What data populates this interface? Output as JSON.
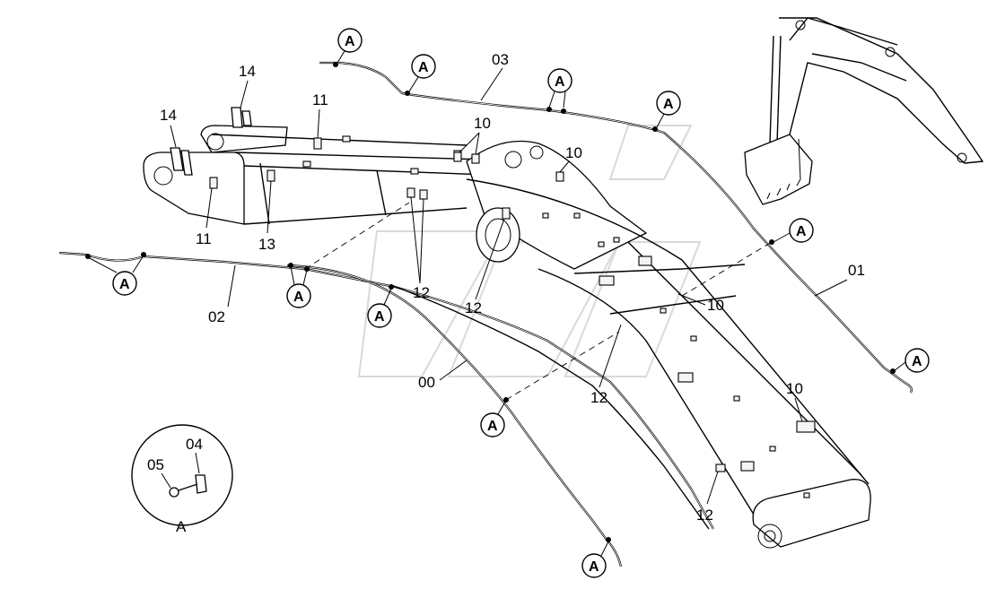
{
  "labels": {
    "p00": "00",
    "p01": "01",
    "p02": "02",
    "p03": "03",
    "p04": "04",
    "p05": "05",
    "p10": "10",
    "p11": "11",
    "p12": "12",
    "p13": "13",
    "p14": "14"
  },
  "detail_marker": "A"
}
